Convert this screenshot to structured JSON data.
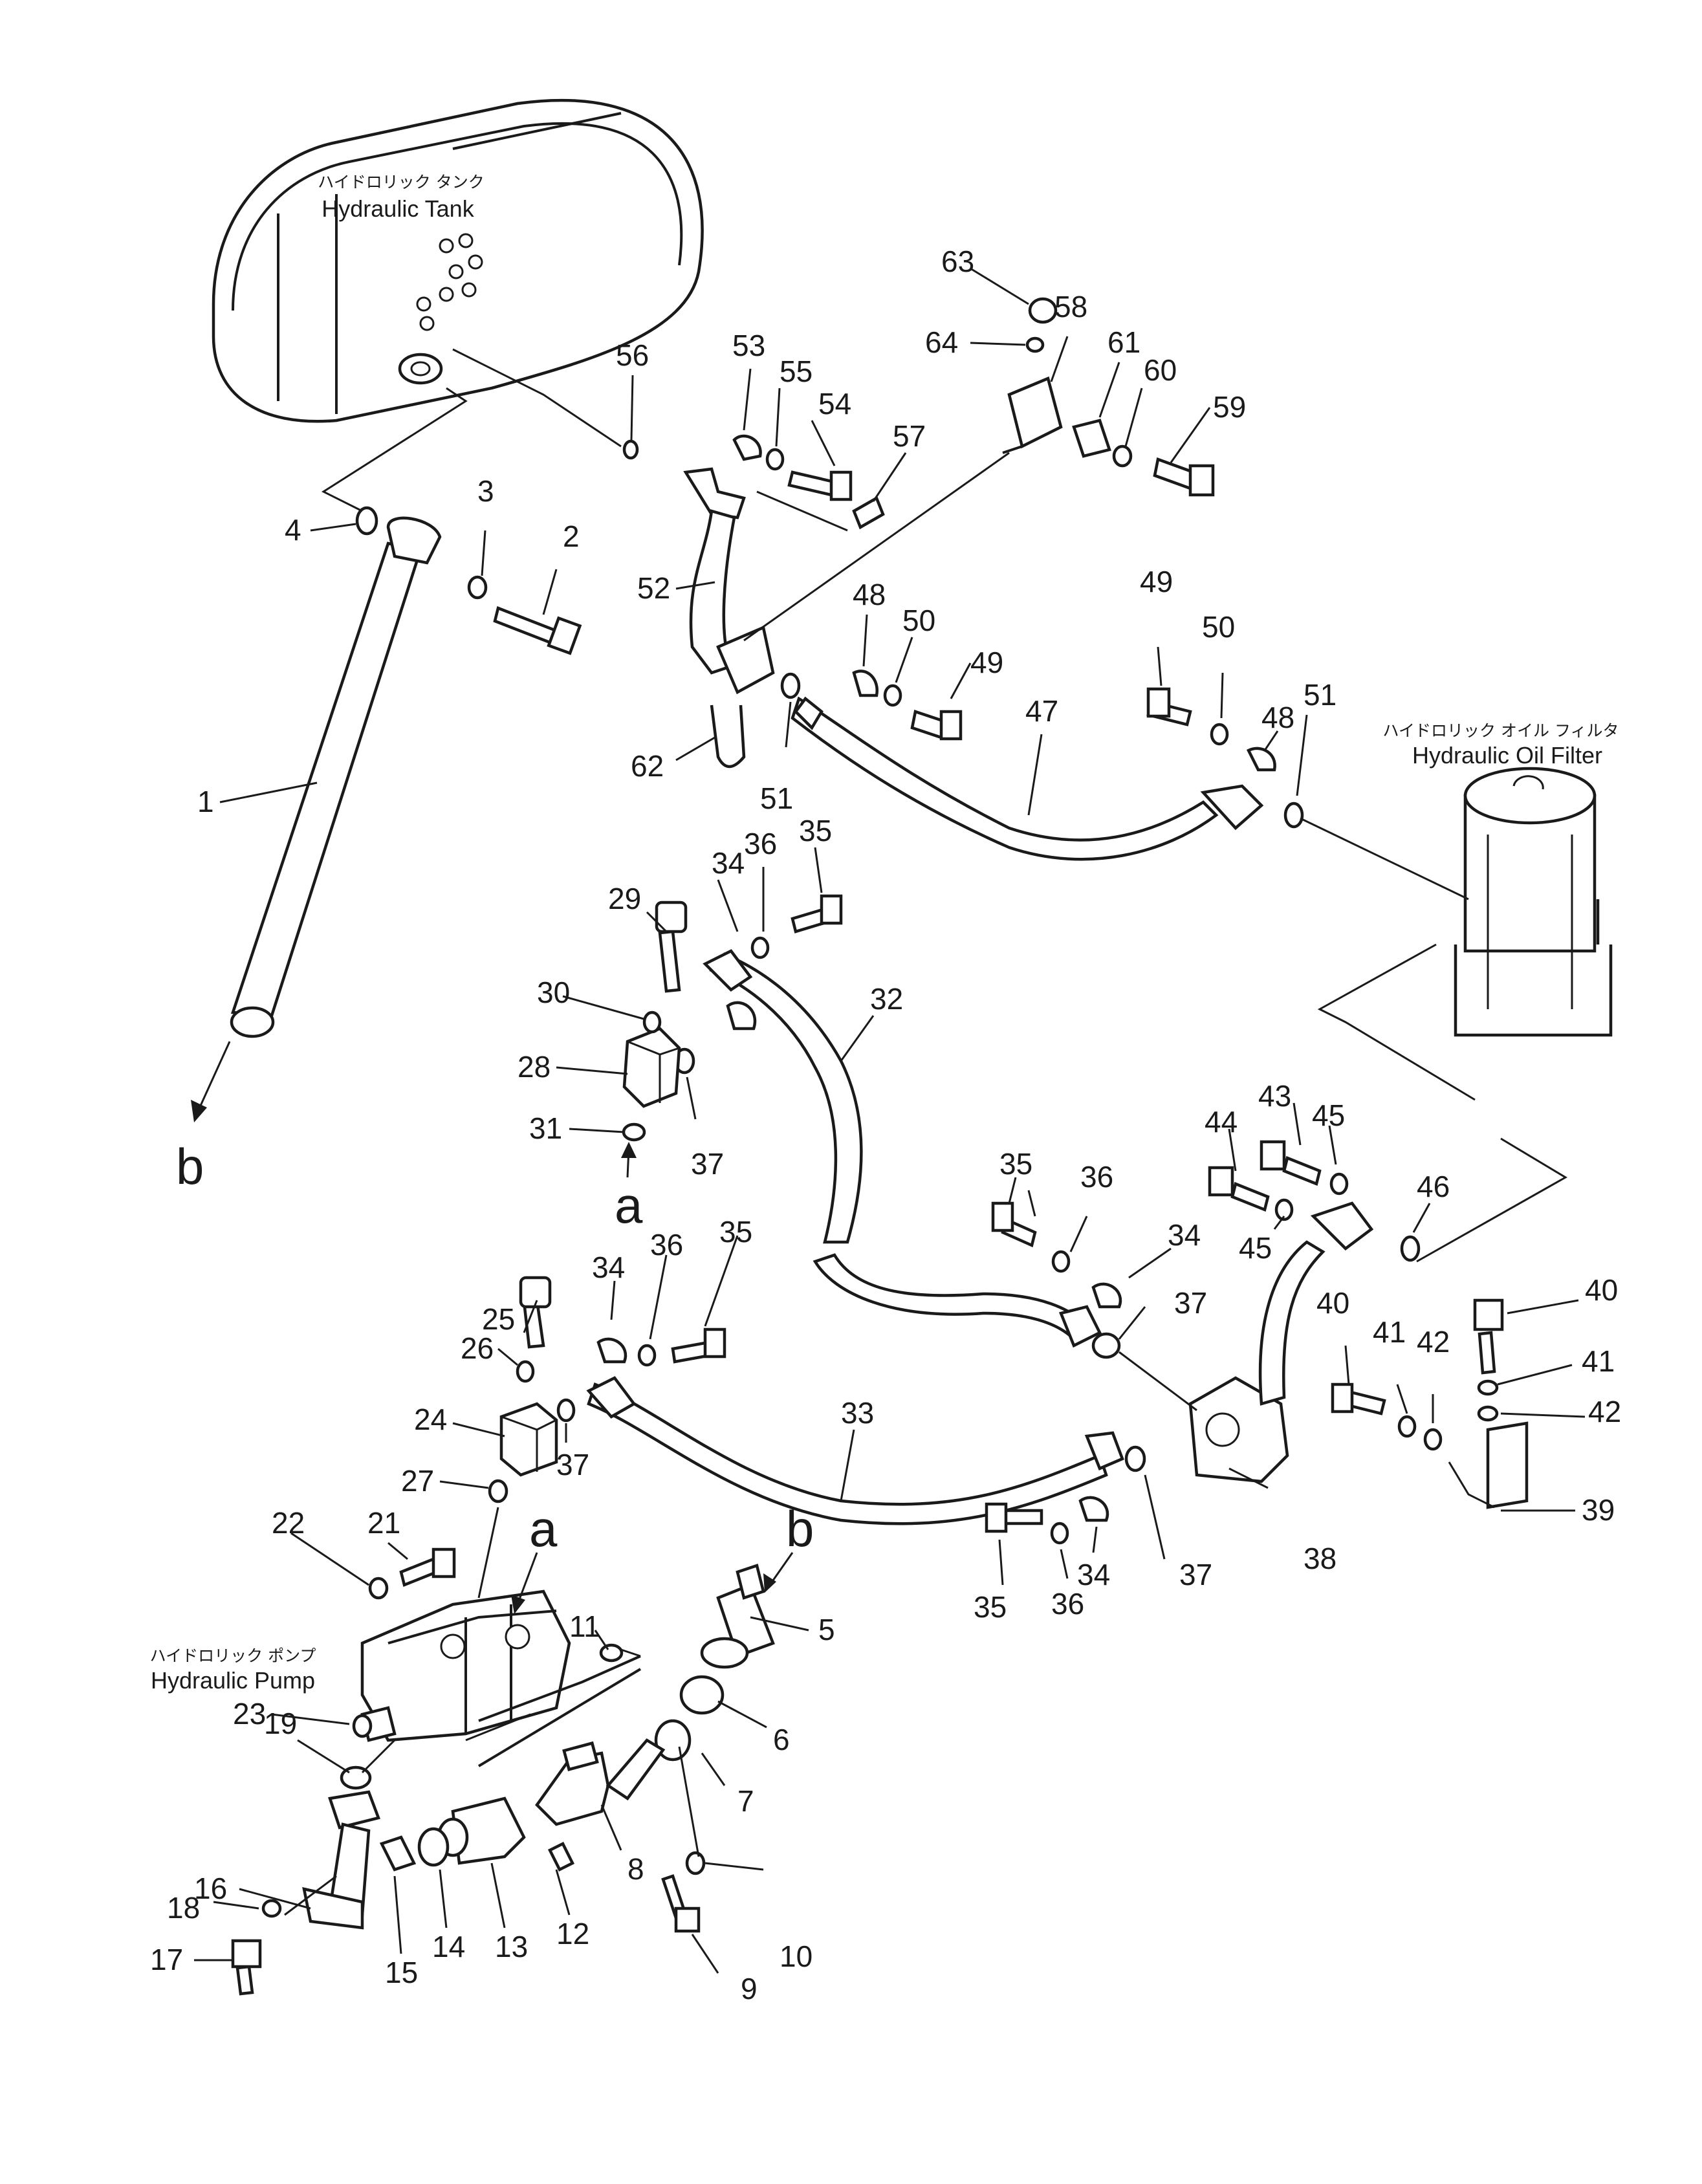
{
  "labels": {
    "tank_jp": "ハイドロリック タンク",
    "tank_en": "Hydraulic Tank",
    "filter_jp": "ハイドロリック オイル フィルタ",
    "filter_en": "Hydraulic Oil Filter",
    "pump_jp": "ハイドロリック ポンプ",
    "pump_en": "Hydraulic Pump"
  },
  "connection_letters": [
    "a",
    "a",
    "b",
    "b"
  ],
  "part_numbers": [
    "1",
    "2",
    "3",
    "4",
    "5",
    "6",
    "7",
    "8",
    "9",
    "10",
    "11",
    "12",
    "13",
    "14",
    "15",
    "16",
    "17",
    "18",
    "19",
    "21",
    "22",
    "23",
    "24",
    "25",
    "26",
    "27",
    "28",
    "29",
    "30",
    "31",
    "32",
    "33",
    "34",
    "34",
    "34",
    "34",
    "35",
    "35",
    "35",
    "35",
    "36",
    "36",
    "36",
    "36",
    "37",
    "37",
    "37",
    "37",
    "38",
    "39",
    "40",
    "40",
    "41",
    "41",
    "42",
    "42",
    "43",
    "44",
    "45",
    "45",
    "46",
    "47",
    "48",
    "48",
    "49",
    "49",
    "50",
    "50",
    "51",
    "51",
    "52",
    "53",
    "54",
    "55",
    "56",
    "57",
    "58",
    "59",
    "60",
    "61",
    "62",
    "63",
    "64"
  ],
  "colors": {
    "ink": "#1a1a1a",
    "paper": "#ffffff"
  }
}
